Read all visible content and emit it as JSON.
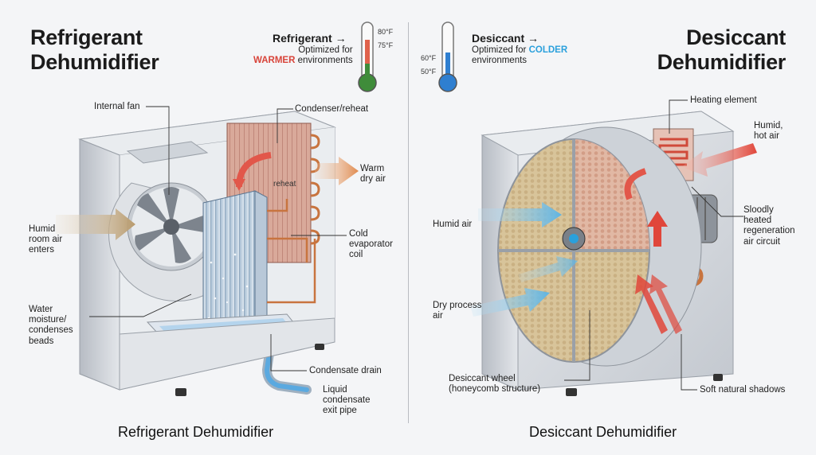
{
  "left": {
    "title_line1": "Refrigerant",
    "title_line2": "Dehumidifier",
    "badge_title": "Refrigerant →",
    "badge_line1": "Optimized for",
    "badge_hot_word": "WARMER",
    "badge_line2_rest": " environments",
    "thermo_high": "80°F",
    "thermo_low": "75°F",
    "labels": {
      "internal_fan": "Internal fan",
      "condenser": "Condenser/reheat",
      "reheat": "reheat",
      "warm_dry_air": [
        "Warm",
        "dry air"
      ],
      "humid_room_air": [
        "Humid",
        "room air",
        "enters"
      ],
      "cold_evaporator": [
        "Cold",
        "evaporator",
        "coil"
      ],
      "water_moisture": [
        "Water",
        "moisture/",
        "condenses",
        "beads"
      ],
      "condensate_drain": "Condensate drain",
      "liquid_condensate": [
        "Liquid",
        "condensate",
        "exit pipe"
      ]
    },
    "caption": "Refrigerant Dehumidifier"
  },
  "right": {
    "title_line1": "Desiccant",
    "title_line2": "Dehumidifier",
    "badge_title": "Desiccant →",
    "badge_line1": "Optimized for ",
    "badge_cold_word": "COLDER",
    "badge_line2": "environments",
    "thermo_high": "60°F",
    "thermo_low": "50°F",
    "labels": {
      "heating_element": "Heating element",
      "humid_hot_air": [
        "Humid,",
        "hot air"
      ],
      "humid_air": "Humid air",
      "regeneration": [
        "Sloodly",
        "heated",
        "regeneration",
        "air circuit"
      ],
      "dry_process_air": [
        "Dry process",
        "air"
      ],
      "desiccant_wheel": [
        "Desiccant wheel",
        "(honeycomb structure)"
      ],
      "soft_shadows": "Soft natural shadows"
    },
    "caption": "Desiccant Dehumidifier"
  },
  "colors": {
    "hot": "#d8443a",
    "cold": "#2aa0dc",
    "metal": "#d9dde3",
    "copper": "#c8743f",
    "honeycomb": "#d8c49a"
  }
}
